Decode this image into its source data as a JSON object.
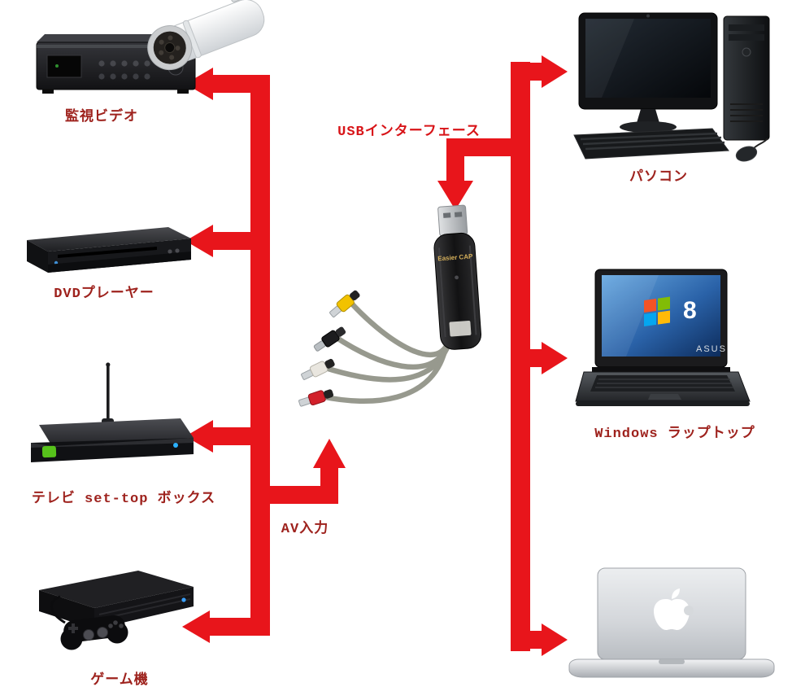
{
  "labels": {
    "surveillance_video": "監視ビデオ",
    "dvd_player": "DVDプレーヤー",
    "set_top_box": "テレビ set-top ボックス",
    "game_console": "ゲーム機",
    "usb_interface": "USBインターフェース",
    "av_input": "AV入力",
    "desktop_pc": "パソコン",
    "windows_laptop": "Windows ラップトップ"
  },
  "device_text": {
    "capture_brand": "Easier CAP",
    "laptop_brand": "ASUS",
    "windows_version": "8"
  },
  "colors": {
    "arrow_red": "#e8151b",
    "label_dark_red": "#9e221d",
    "usb_label_red": "#d81418",
    "rca_yellow": "#f2c200",
    "rca_white": "#e9e6df",
    "rca_red": "#d2202a",
    "set_top_logo_green": "#57c21b"
  }
}
